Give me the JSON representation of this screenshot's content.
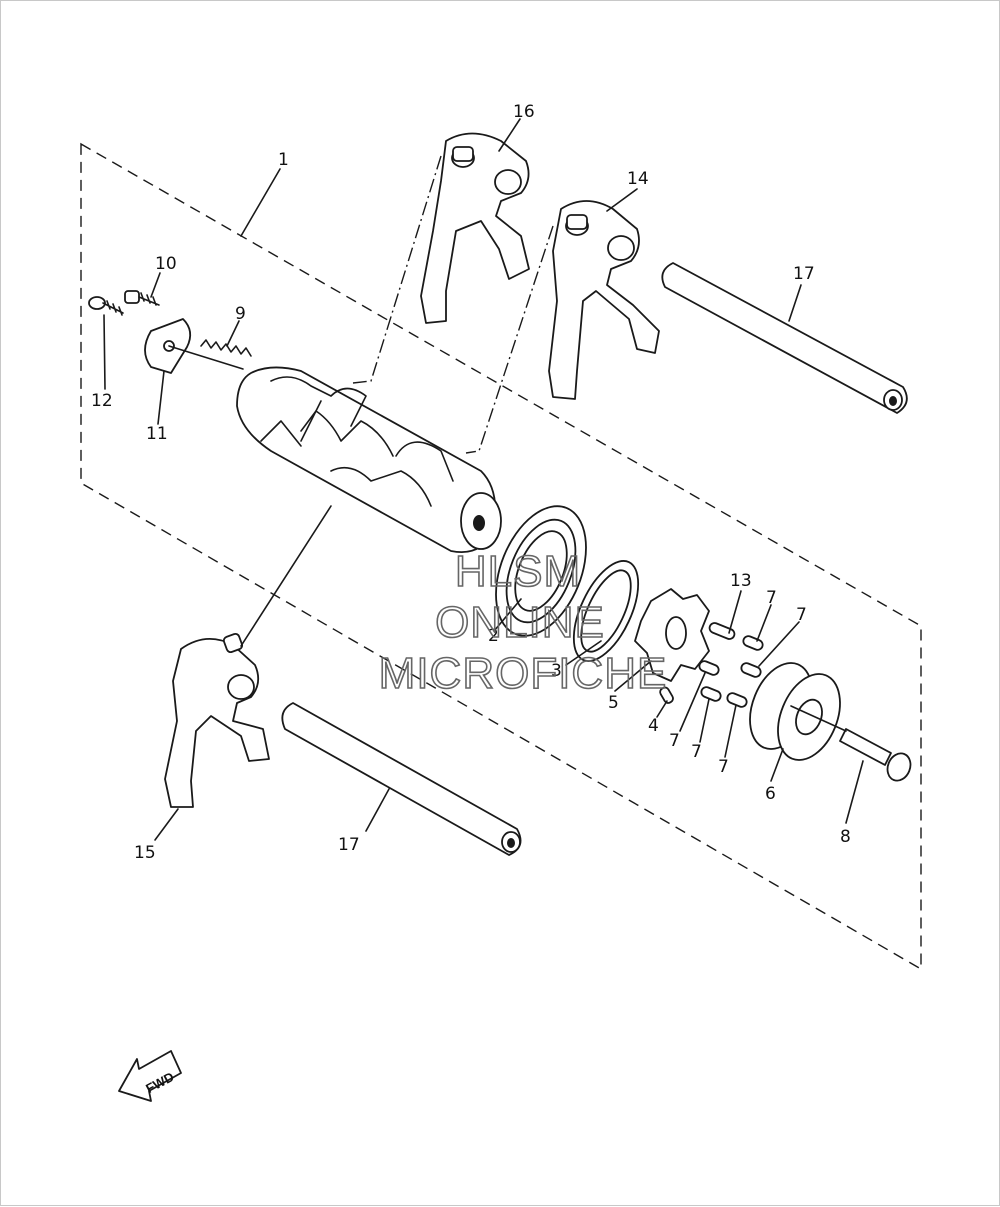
{
  "diagram": {
    "callouts": [
      "1",
      "2",
      "3",
      "4",
      "5",
      "6",
      "7",
      "8",
      "9",
      "10",
      "11",
      "12",
      "13",
      "14",
      "15",
      "16",
      "17"
    ],
    "watermark": [
      "HLSM",
      "ONLINE",
      "MICROFICHE"
    ],
    "direction_badge": "FWD"
  },
  "colors": {
    "line": "#1a1a1a",
    "background": "#ffffff",
    "watermark": "#666666"
  }
}
